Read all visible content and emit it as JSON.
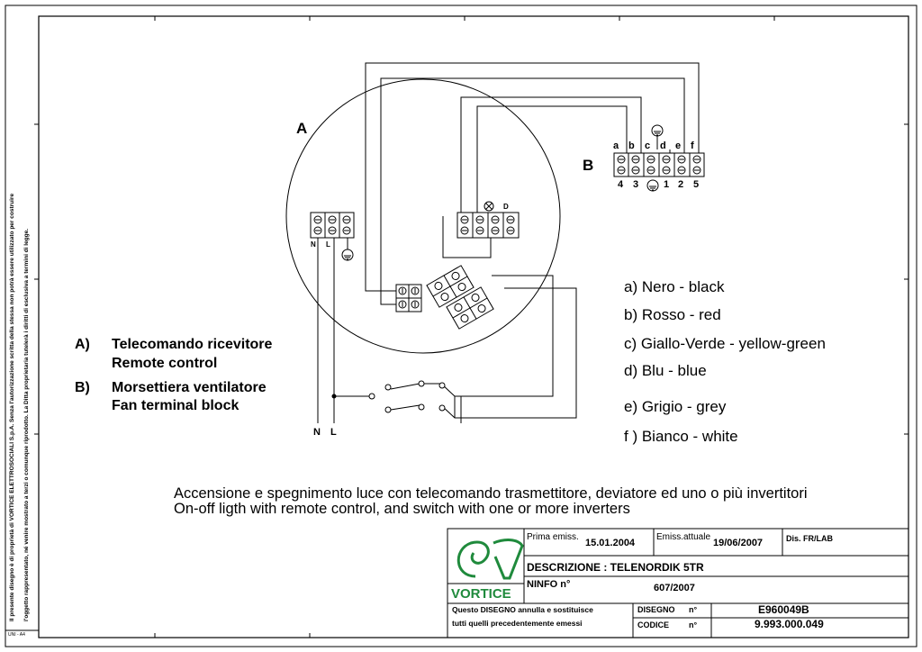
{
  "labels": {
    "circle_label": "A",
    "terminal_block_label": "B",
    "wire_letters": [
      "a",
      "b",
      "c",
      "d",
      "e",
      "f"
    ],
    "terminal_numbers": [
      "4",
      "3",
      "1",
      "2",
      "5"
    ],
    "d_marker": "D",
    "nl_top_n": "N",
    "nl_top_l": "L",
    "nl_bottom_n": "N",
    "nl_bottom_l": "L"
  },
  "legend_left": [
    {
      "key": "A)",
      "line1": "Telecomando ricevitore",
      "line2": "Remote control"
    },
    {
      "key": "B)",
      "line1": "Morsettiera ventilatore",
      "line2": "Fan terminal block"
    }
  ],
  "wire_colors": [
    "a) Nero - black",
    "b) Rosso - red",
    "c) Giallo-Verde - yellow-green",
    "d) Blu - blue",
    "e) Grigio - grey",
    "f ) Bianco - white"
  ],
  "description": {
    "line1": "Accensione e spegnimento luce con telecomando trasmettitore, deviatore ed uno o più invertitori",
    "line2": "On-off ligth with remote control, and switch with one or more inverters"
  },
  "side_text": {
    "line1": "Il presente disegno è di proprietà di VORTICE ELETTROSOCIALI S.p.A. Senza l'autorizzazione scritta della stessa non potrà essere utilizzato per costruire",
    "line2": "l'oggetto rappresentato, né venire mostrato a terzi o comunque riprodotto. La Ditta proprietaria tutelerà i diritti di esclusiva a termini di legge.",
    "format": "UNI - A4"
  },
  "title_block": {
    "logo_text": "VORTICE",
    "prima_emiss_label": "Prima emiss.",
    "prima_emiss_value": "15.01.2004",
    "emiss_attuale_label": "Emiss.attuale",
    "emiss_attuale_value": "19/06/2007",
    "dis_label": "Dis. FR/LAB",
    "descrizione": "DESCRIZIONE : TELENORDIK 5TR",
    "ninfo_label": "NINFO n°",
    "ninfo_value": "607/2007",
    "note_line1": "Questo DISEGNO annulla e sostituisce",
    "note_line2": "tutti quelli precedentemente emessi",
    "disegno_label": "DISEGNO",
    "disegno_n": "n°",
    "disegno_value": "E960049B",
    "codice_label": "CODICE",
    "codice_n": "n°",
    "codice_value": "9.993.000.049"
  },
  "colors": {
    "logo_green": "#1f8a3c",
    "line": "#000000"
  }
}
